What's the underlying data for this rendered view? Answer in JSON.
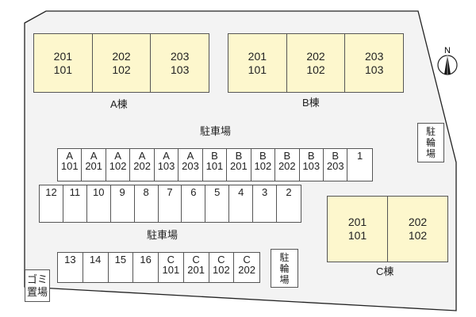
{
  "colors": {
    "building_fill": "#fdf7cd",
    "lot_fill": "#f3f3f3",
    "outline": "#222222"
  },
  "compass": {
    "label": "N",
    "icon": "north-arrow-icon"
  },
  "buildings": [
    {
      "id": "A",
      "label": "A棟",
      "units": [
        {
          "upper": "201",
          "lower": "101"
        },
        {
          "upper": "202",
          "lower": "102"
        },
        {
          "upper": "203",
          "lower": "103"
        }
      ]
    },
    {
      "id": "B",
      "label": "B棟",
      "units": [
        {
          "upper": "201",
          "lower": "101"
        },
        {
          "upper": "202",
          "lower": "102"
        },
        {
          "upper": "203",
          "lower": "103"
        }
      ]
    },
    {
      "id": "C",
      "label": "C棟",
      "units": [
        {
          "upper": "201",
          "lower": "101"
        },
        {
          "upper": "202",
          "lower": "102"
        }
      ]
    }
  ],
  "parking_labels": {
    "top": "駐車場",
    "middle": "駐車場"
  },
  "parking_rows": [
    {
      "name": "row-1",
      "cells": [
        {
          "line1": "A",
          "line2": "101"
        },
        {
          "line1": "A",
          "line2": "201"
        },
        {
          "line1": "A",
          "line2": "102"
        },
        {
          "line1": "A",
          "line2": "202"
        },
        {
          "line1": "A",
          "line2": "103"
        },
        {
          "line1": "A",
          "line2": "203"
        },
        {
          "line1": "B",
          "line2": "101"
        },
        {
          "line1": "B",
          "line2": "201"
        },
        {
          "line1": "B",
          "line2": "102"
        },
        {
          "line1": "B",
          "line2": "202"
        },
        {
          "line1": "B",
          "line2": "103"
        },
        {
          "line1": "B",
          "line2": "203"
        },
        {
          "line1": "1",
          "line2": ""
        }
      ]
    },
    {
      "name": "row-2",
      "cells": [
        {
          "line1": "12",
          "line2": ""
        },
        {
          "line1": "11",
          "line2": ""
        },
        {
          "line1": "10",
          "line2": ""
        },
        {
          "line1": "9",
          "line2": ""
        },
        {
          "line1": "8",
          "line2": ""
        },
        {
          "line1": "7",
          "line2": ""
        },
        {
          "line1": "6",
          "line2": ""
        },
        {
          "line1": "5",
          "line2": ""
        },
        {
          "line1": "4",
          "line2": ""
        },
        {
          "line1": "3",
          "line2": ""
        },
        {
          "line1": "2",
          "line2": ""
        }
      ]
    },
    {
      "name": "row-3",
      "cells": [
        {
          "line1": "13",
          "line2": ""
        },
        {
          "line1": "14",
          "line2": ""
        },
        {
          "line1": "15",
          "line2": ""
        },
        {
          "line1": "16",
          "line2": ""
        },
        {
          "line1": "C",
          "line2": "101"
        },
        {
          "line1": "C",
          "line2": "201"
        },
        {
          "line1": "C",
          "line2": "102"
        },
        {
          "line1": "C",
          "line2": "202"
        }
      ]
    }
  ],
  "bicycle_parking": [
    {
      "chars": [
        "駐",
        "輪",
        "場"
      ]
    },
    {
      "chars": [
        "駐",
        "輪",
        "場"
      ]
    }
  ],
  "garbage": {
    "line1": "ゴミ",
    "line2": "置場"
  }
}
